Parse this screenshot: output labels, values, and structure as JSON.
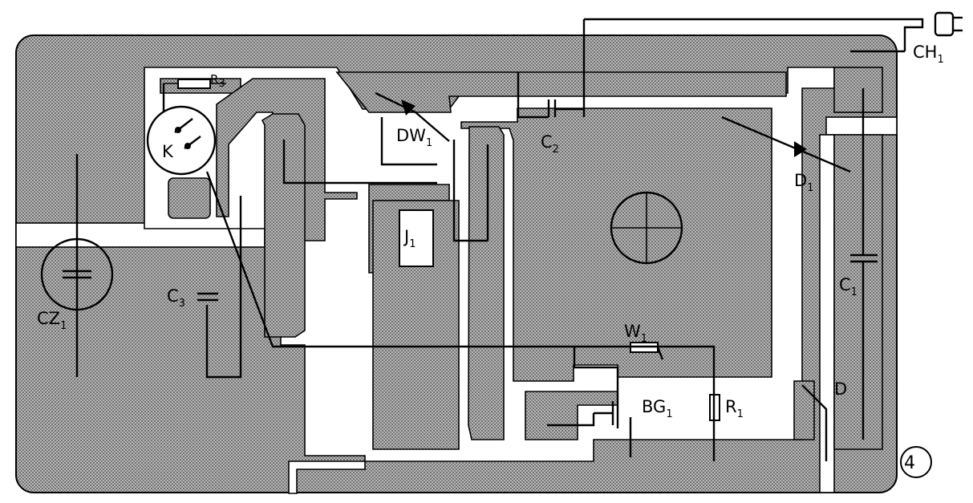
{
  "figure": {
    "number": "4",
    "components": [
      {
        "id": "CH",
        "label": "CH",
        "sub": "1"
      },
      {
        "id": "R3",
        "label": "R",
        "sub": "3"
      },
      {
        "id": "K",
        "label": "K",
        "sub": ""
      },
      {
        "id": "DW1",
        "label": "DW",
        "sub": "1"
      },
      {
        "id": "C2",
        "label": "C",
        "sub": "2"
      },
      {
        "id": "D1",
        "label": "D",
        "sub": "1"
      },
      {
        "id": "J1",
        "label": "J",
        "sub": "1"
      },
      {
        "id": "C1",
        "label": "C",
        "sub": "1"
      },
      {
        "id": "CZ1",
        "label": "CZ",
        "sub": "1"
      },
      {
        "id": "C3",
        "label": "C",
        "sub": "3"
      },
      {
        "id": "W1",
        "label": "W",
        "sub": "1"
      },
      {
        "id": "BG1",
        "label": "BG",
        "sub": "1"
      },
      {
        "id": "R1",
        "label": "R",
        "sub": "1"
      },
      {
        "id": "D2",
        "label": "D",
        "sub": ""
      }
    ]
  }
}
